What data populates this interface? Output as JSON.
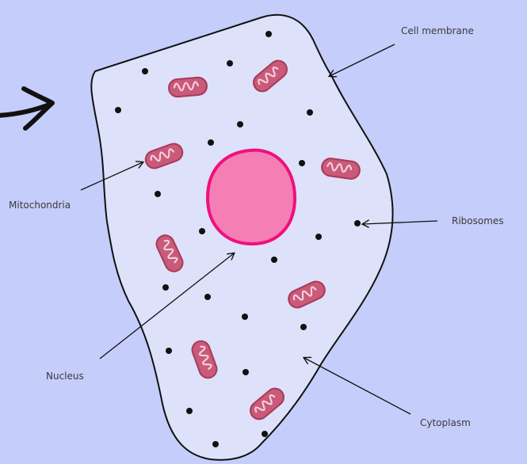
{
  "labels": {
    "cell_membrane": "Cell membrane",
    "mitochondria": "Mitochondria",
    "ribosomes": "Ribosomes",
    "nucleus": "Nucleus",
    "cytoplasm": "Cytoplasm"
  },
  "colors": {
    "background": "#c5cdfb",
    "cell_fill": "#dde1f9",
    "outline": "#111111",
    "nucleus_fill": "#f57fb4",
    "nucleus_border": "#f0107c",
    "mitochondrion_fill": "#c95a7a",
    "mitochondrion_outer": "#a83a58",
    "mitochondrion_inner": "#f5d0dc",
    "ribosome": "#111111"
  },
  "icons": {
    "pointer": "hand-drawn-arrow-icon"
  }
}
